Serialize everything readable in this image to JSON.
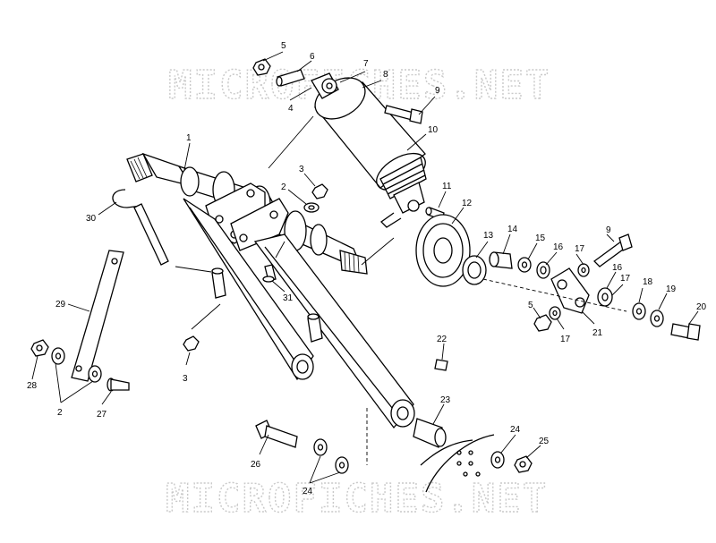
{
  "watermark": {
    "top_text": "MICROFICHES.NET",
    "bottom_text": "MICROFICHES.NET"
  },
  "callouts": {
    "c1": "1",
    "c2a": "2",
    "c2b": "2",
    "c3a": "3",
    "c3b": "3",
    "c4": "4",
    "c5a": "5",
    "c5b": "5",
    "c6": "6",
    "c7": "7",
    "c8": "8",
    "c9a": "9",
    "c9b": "9",
    "c10": "10",
    "c11": "11",
    "c12": "12",
    "c13": "13",
    "c14": "14",
    "c15": "15",
    "c16a": "16",
    "c16b": "16",
    "c17a": "17",
    "c17b": "17",
    "c18": "18",
    "c19": "19",
    "c20": "20",
    "c21": "21",
    "c22": "22",
    "c23": "23",
    "c24a": "24",
    "c24b": "24",
    "c25": "25",
    "c26": "26",
    "c27": "27",
    "c28": "28",
    "c29": "29",
    "c30": "30",
    "c31": "31"
  }
}
